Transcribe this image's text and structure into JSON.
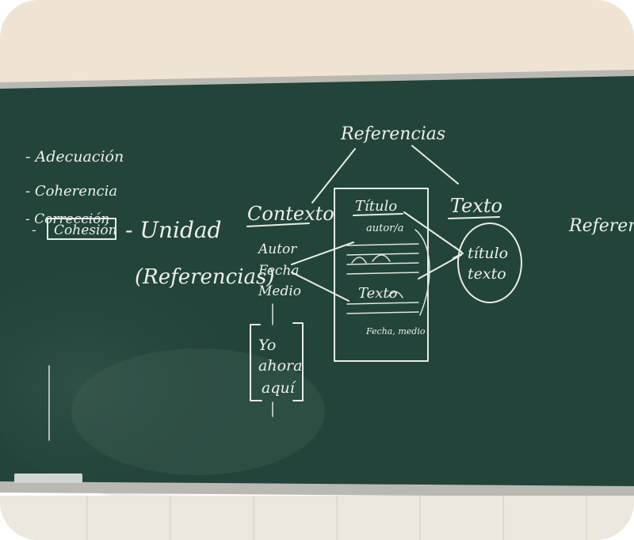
{
  "colors": {
    "wall": "#efe4d3",
    "board": "#22443a",
    "board_dark": "#183328",
    "frame": "#b9b9b1",
    "chalk": "#edf0ea",
    "tiles": "#ece7df"
  },
  "board": {
    "list": [
      {
        "prefix": "-",
        "text": "Adecuación"
      },
      {
        "prefix": "-",
        "text": "Coherencia"
      },
      {
        "prefix": "-",
        "text": "Corrección"
      },
      {
        "prefix": "-",
        "text": "Cohesión",
        "boxed": true
      }
    ],
    "unidad": "- Unidad",
    "referencias_paren": "(Referencias)",
    "referencias_top": "Referencias",
    "contexto": {
      "title": "Contexto",
      "items": [
        "Autor",
        "Fecha",
        "Medio"
      ]
    },
    "deixis": [
      "Yo",
      "ahora",
      "aquí"
    ],
    "document": {
      "titulo": "Título",
      "autor": "autor/a",
      "texto": "Texto",
      "fecha": "Fecha, medio"
    },
    "texto_heading": "Texto",
    "circle": [
      "título",
      "texto"
    ],
    "right_edge": "Referenci"
  }
}
